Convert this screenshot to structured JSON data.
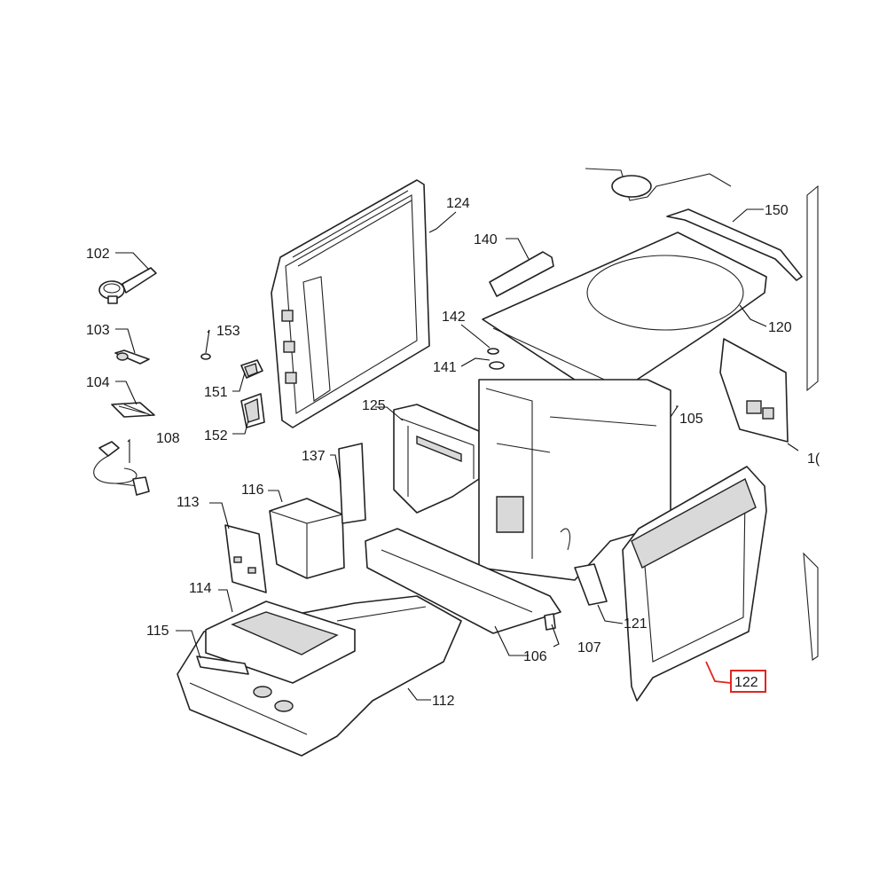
{
  "labels": {
    "p102": "102",
    "p103": "103",
    "p104": "104",
    "p108": "108",
    "p113": "113",
    "p114": "114",
    "p115": "115",
    "p116": "116",
    "p137": "137",
    "p151": "151",
    "p152": "152",
    "p153": "153",
    "p124": "124",
    "p125": "125",
    "p140": "140",
    "p142": "142",
    "p141": "141",
    "p105": "105",
    "p150": "150",
    "p120": "120",
    "p106": "106",
    "p107": "107",
    "p112": "112",
    "p121": "121",
    "p122": "122",
    "p1x": "1("
  },
  "highlight": {
    "part": "122",
    "color": "#e0271f"
  }
}
